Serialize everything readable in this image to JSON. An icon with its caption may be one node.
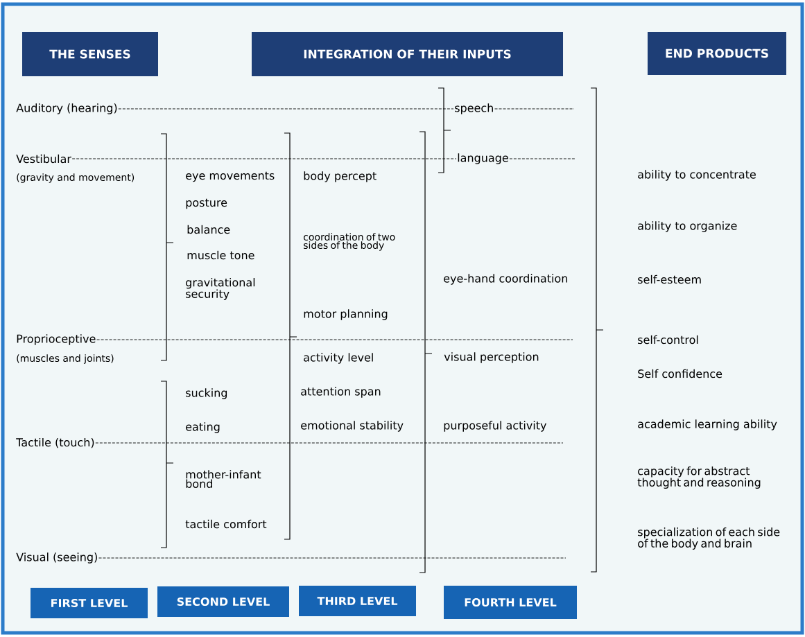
{
  "diagram": {
    "nodes": [
      {
        "text": [
          "THE SENSES"
        ]
      },
      {
        "text": [
          "INTEGRATION OF THEIR INPUTS"
        ]
      },
      {
        "text": [
          "END PRODUCTS"
        ]
      },
      {
        "text": [
          "Auditory (hearing)"
        ]
      },
      {
        "text": [
          "Vestibular"
        ],
        "beside": [
          "(gravity and movement)"
        ]
      },
      {
        "text": [
          "Proprioceptive"
        ],
        "beside": [
          "(muscles and joints)"
        ]
      },
      {
        "text": [
          "Tactile (touch)"
        ]
      },
      {
        "text": [
          "Visual (seeing)"
        ]
      },
      {
        "text": [
          "speech"
        ]
      },
      {
        "text": [
          "language"
        ]
      },
      {
        "text": [
          "FIRST LEVEL"
        ]
      },
      {
        "text": [
          "SECOND LEVEL"
        ]
      },
      {
        "text": [
          "THIRD LEVEL"
        ]
      },
      {
        "text": [
          "FOURTH LEVEL"
        ]
      }
    ],
    "edges": [
      {
        "from": 3,
        "to": 8,
        "arrow": "none",
        "style": "dashed"
      },
      {
        "from": 8,
        "to": null,
        "arrow": "none",
        "style": "dashed"
      },
      {
        "from": 4,
        "to": 9,
        "arrow": "none",
        "style": "dashed"
      },
      {
        "from": 9,
        "to": null,
        "arrow": "none",
        "style": "dashed"
      },
      {
        "from": 5,
        "to": null,
        "arrow": "none",
        "style": "dashed"
      },
      {
        "from": 6,
        "to": null,
        "arrow": "none",
        "style": "dashed"
      },
      {
        "from": 7,
        "to": null,
        "arrow": "none",
        "style": "dashed"
      }
    ],
    "labels": [
      "eye movements",
      "posture",
      "balance",
      "muscle tone",
      "gravitational security",
      "sucking",
      "eating",
      "mother-infant bond",
      "tactile comfort",
      "body percept",
      "coordination of two sides of the body",
      "motor planning",
      "activity level",
      "attention span",
      "emotional stability",
      "eye-hand coordination",
      "visual perception",
      "purposeful activity",
      "ability to concentrate",
      "ability to organize",
      "self-esteem",
      "self-control",
      "Self confidence",
      "academic learning ability",
      "capacity for abstract thought and reasoning",
      "specialization of each side of the body and brain"
    ]
  }
}
